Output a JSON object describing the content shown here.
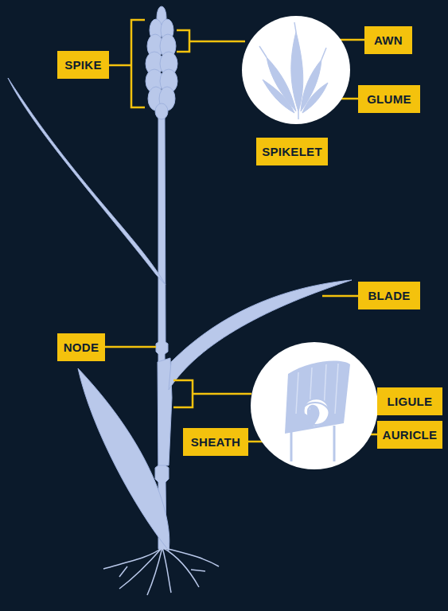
{
  "diagram": {
    "nodes": [
      {
        "text": [
          "AWN"
        ]
      },
      {
        "text": [
          "SPIKE"
        ]
      },
      {
        "text": [
          "GLUME"
        ]
      },
      {
        "text": [
          "SPIKELET"
        ]
      },
      {
        "text": [
          "BLADE"
        ]
      },
      {
        "text": [
          "NODE"
        ]
      },
      {
        "text": [
          "LIGULE"
        ]
      },
      {
        "text": [
          "AURICLE"
        ]
      },
      {
        "text": [
          "SHEATH"
        ]
      }
    ]
  }
}
